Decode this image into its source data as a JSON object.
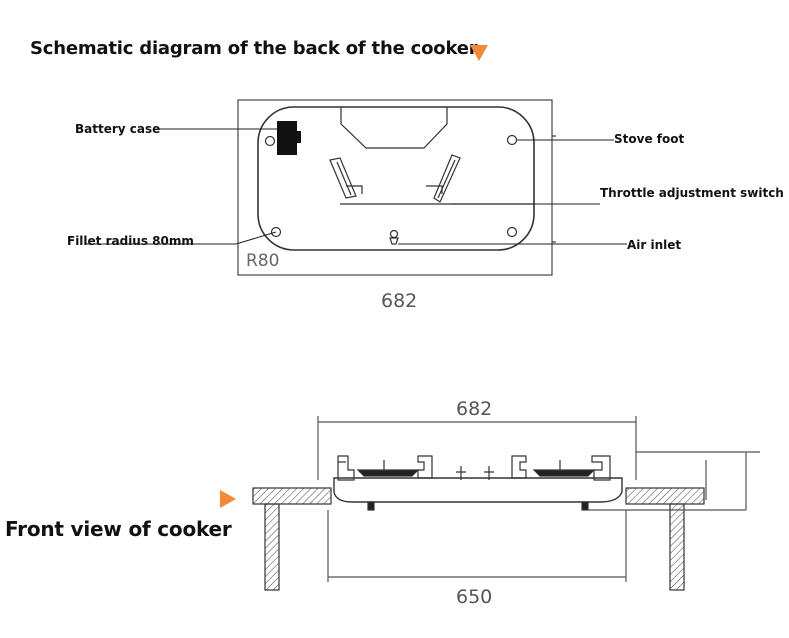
{
  "back_view": {
    "title": "Schematic diagram of the back of the cooker",
    "callouts": {
      "battery_case": "Battery case",
      "stove_foot": "Stove foot",
      "throttle_switch": "Throttle adjustment switch",
      "fillet_radius": "Fillet radius 80mm",
      "air_inlet": "Air inlet"
    },
    "radius_label": "R80",
    "width_dimension": "682"
  },
  "front_view": {
    "title": "Front view of cooker",
    "top_dimension": "682",
    "bottom_dimension": "650"
  },
  "colors": {
    "accent": "#f08a38",
    "line": "#333333"
  }
}
